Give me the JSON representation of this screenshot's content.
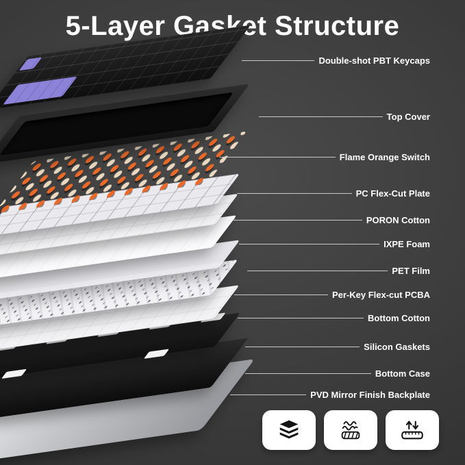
{
  "title": "5-Layer Gasket Structure",
  "labels": [
    {
      "text": "Double-shot PBT Keycaps"
    },
    {
      "text": "Top Cover"
    },
    {
      "text": "Flame Orange Switch"
    },
    {
      "text": "PC Flex-Cut Plate"
    },
    {
      "text": "PORON Cotton"
    },
    {
      "text": "IXPE Foam"
    },
    {
      "text": "PET Film"
    },
    {
      "text": "Per-Key Flex-cut PCBA"
    },
    {
      "text": "Bottom Cotton"
    },
    {
      "text": "Silicon Gaskets"
    },
    {
      "text": "Bottom Case"
    },
    {
      "text": "PVD Mirror Finish Backplate"
    }
  ],
  "icons": {
    "badge_1": "stacked-layers-icon",
    "badge_2": "gasket-cotton-icon",
    "badge_3": "keyboard-dampening-icon"
  },
  "colors": {
    "background": "#3a3a3a",
    "accent_purple": "#8c82d8",
    "switch_orange": "#e8692a",
    "switch_cream": "#ead9c0",
    "label_text": "#ffffff",
    "badge_background": "#ffffff"
  }
}
